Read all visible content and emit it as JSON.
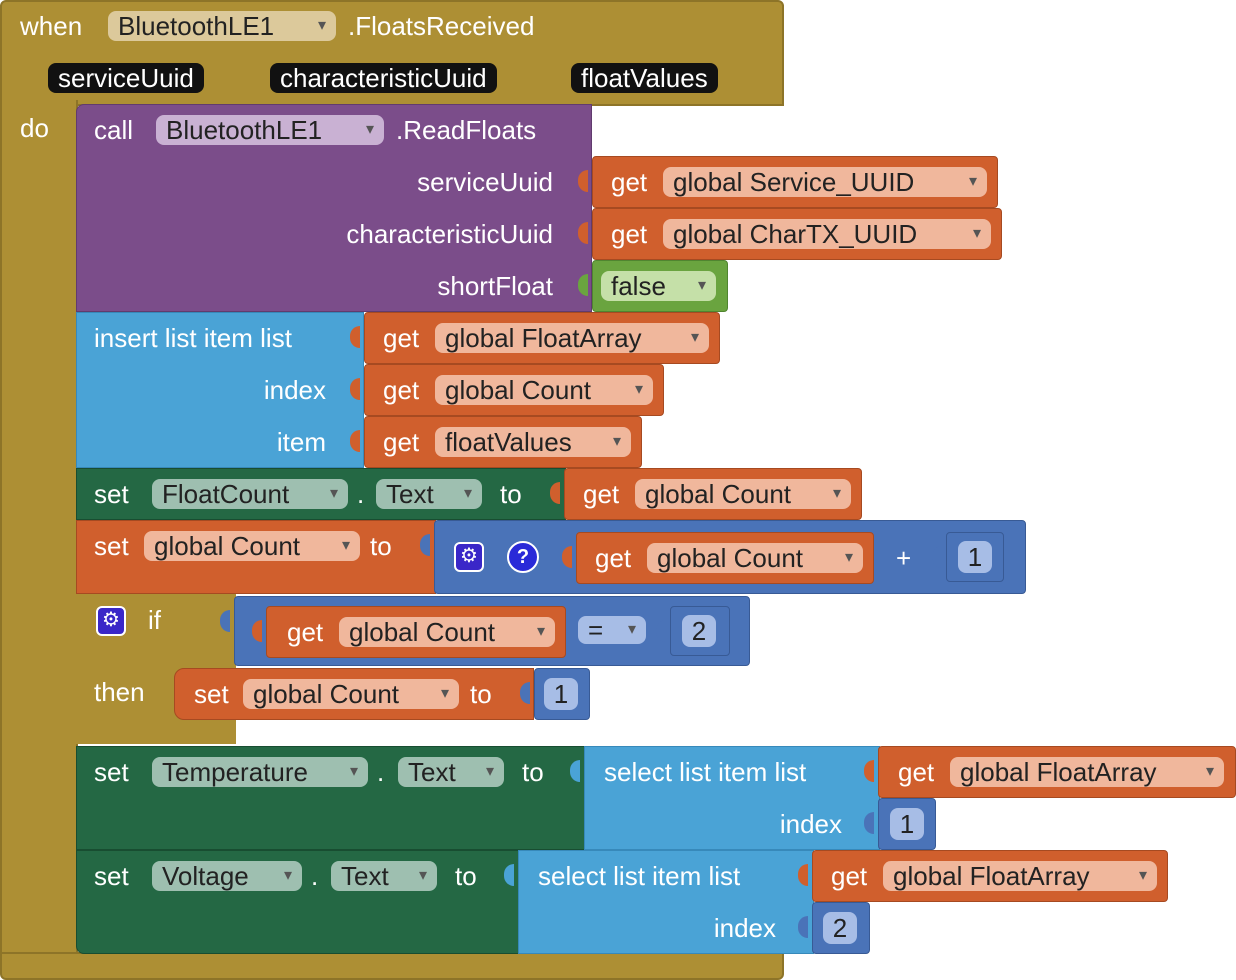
{
  "event": {
    "when": "when",
    "component": "BluetoothLE1",
    "event_name": ".FloatsReceived",
    "params": [
      "serviceUuid",
      "characteristicUuid",
      "floatValues"
    ],
    "do": "do"
  },
  "readfloats": {
    "call": "call",
    "component": "BluetoothLE1",
    "method": ".ReadFloats",
    "sockets": [
      "serviceUuid",
      "characteristicUuid",
      "shortFloat"
    ],
    "args": [
      {
        "get": "get",
        "var": "global Service_UUID"
      },
      {
        "get": "get",
        "var": "global CharTX_UUID"
      }
    ],
    "bool": "false"
  },
  "insert": {
    "title": "insert list item  list",
    "index_label": "index",
    "item_label": "item",
    "list_var": {
      "get": "get",
      "var": "global FloatArray"
    },
    "index_var": {
      "get": "get",
      "var": "global Count"
    },
    "item_var": {
      "get": "get",
      "var": "floatValues"
    }
  },
  "set_floatcount": {
    "set": "set",
    "component": "FloatCount",
    "dot": ".",
    "prop": "Text",
    "to": "to",
    "value": {
      "get": "get",
      "var": "global Count"
    }
  },
  "set_count": {
    "set": "set",
    "var": "global Count",
    "to": "to",
    "add": {
      "get": "get",
      "var": "global Count",
      "op": "+",
      "num": "1"
    }
  },
  "if_block": {
    "if": "if",
    "then": "then",
    "cond": {
      "get": "get",
      "var": "global Count",
      "op": "=",
      "num": "2"
    },
    "then_set": {
      "set": "set",
      "var": "global Count",
      "to": "to",
      "num": "1"
    }
  },
  "set_temp": {
    "set": "set",
    "component": "Temperature",
    "dot": ".",
    "prop": "Text",
    "to": "to",
    "select_title": "select list item  list",
    "index_label": "index",
    "list": {
      "get": "get",
      "var": "global FloatArray"
    },
    "num": "1"
  },
  "set_volt": {
    "set": "set",
    "component": "Voltage",
    "dot": ".",
    "prop": "Text",
    "to": "to",
    "select_title": "select list item  list",
    "index_label": "index",
    "list": {
      "get": "get",
      "var": "global FloatArray"
    },
    "num": "2"
  },
  "colors": {
    "event": "#ad8f34",
    "procedure": "#7b4d8a",
    "lists": "#4aa3d6",
    "text_setter": "#246844",
    "variables": "#d05f2d",
    "math": "#4a73b8",
    "logic": "#6aa43f"
  }
}
